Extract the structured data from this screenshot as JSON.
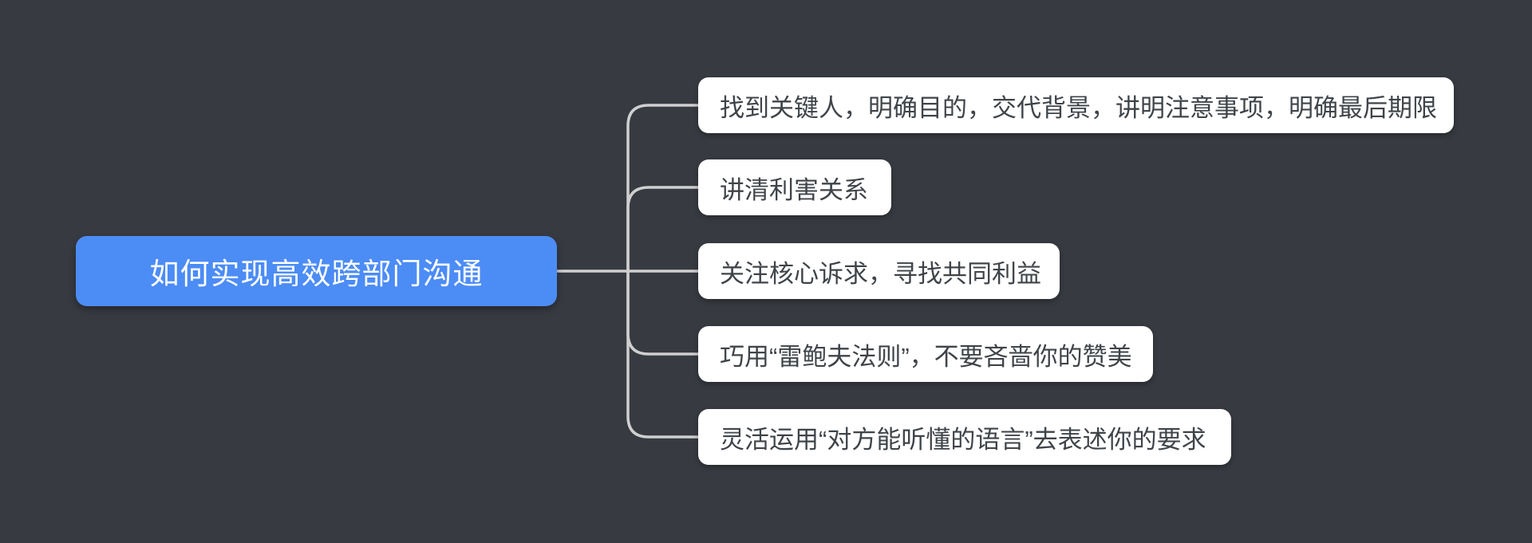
{
  "colors": {
    "background": "#373b41",
    "root_fill": "#4c8cf5",
    "root_text": "#ffffff",
    "child_fill": "#ffffff",
    "child_text": "#3f4449",
    "connector": "#cfcfcf"
  },
  "root": {
    "label": "如何实现高效跨部门沟通"
  },
  "children": [
    {
      "label": "找到关键人，明确目的，交代背景，讲明注意事项，明确最后期限"
    },
    {
      "label": "讲清利害关系"
    },
    {
      "label": "关注核心诉求，寻找共同利益"
    },
    {
      "label": "巧用“雷鲍夫法则”，不要吝啬你的赞美"
    },
    {
      "label": "灵活运用“对方能听懂的语言”去表述你的要求"
    }
  ]
}
